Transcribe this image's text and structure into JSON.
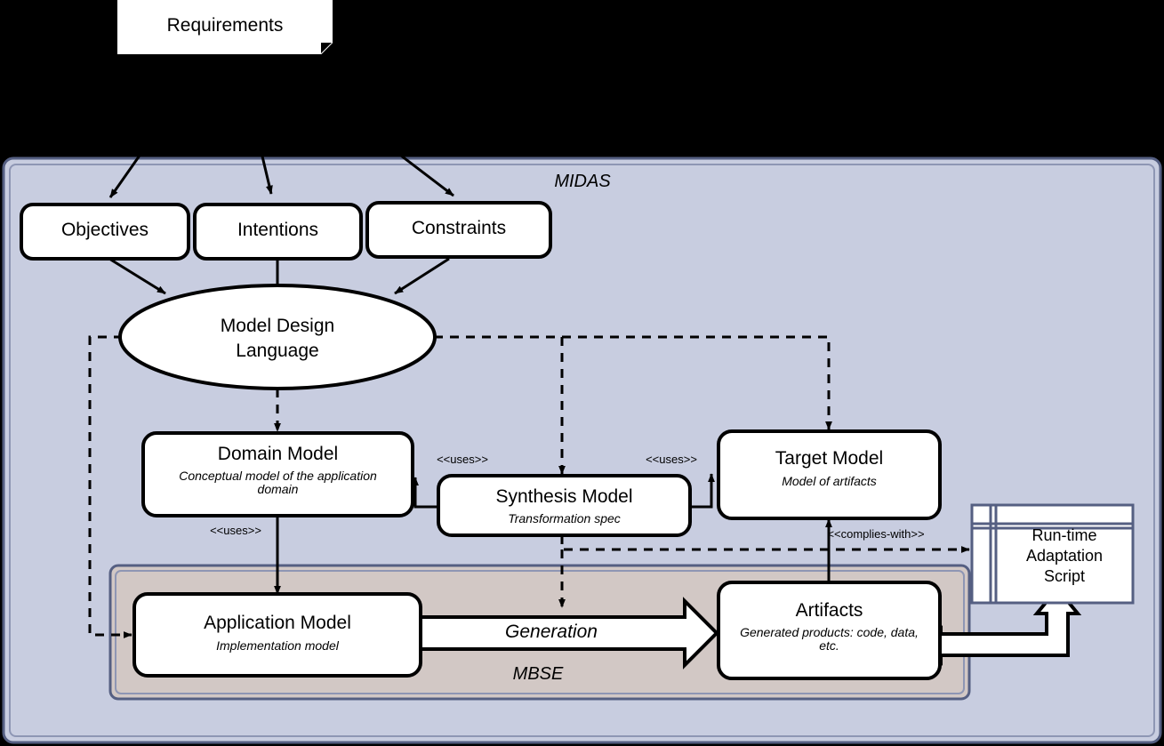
{
  "diagram": {
    "title": "MIDAS / MBSE model-driven adaptation architecture",
    "colors": {
      "page_background": "#000000",
      "midas_fill": "#c8cde0",
      "midas_border": "#555f82",
      "mbse_fill": "#d2c8c5",
      "mbse_border": "#555f82",
      "node_fill": "#ffffff",
      "node_border": "#000000",
      "script_border": "#555f82",
      "edge": "#000000"
    },
    "zones": [
      {
        "id": "midas",
        "label": "MIDAS"
      },
      {
        "id": "mbse",
        "label": "MBSE"
      }
    ],
    "nodes": [
      {
        "id": "requirements",
        "shape": "note",
        "title": "Requirements",
        "subtitle": ""
      },
      {
        "id": "objectives",
        "shape": "rounded-rect",
        "title": "Objectives",
        "subtitle": ""
      },
      {
        "id": "intentions",
        "shape": "rounded-rect",
        "title": "Intentions",
        "subtitle": ""
      },
      {
        "id": "constraints",
        "shape": "rounded-rect",
        "title": "Constraints",
        "subtitle": ""
      },
      {
        "id": "mdl",
        "shape": "ellipse",
        "title": "Model Design",
        "title2": "Language",
        "subtitle": ""
      },
      {
        "id": "domain-model",
        "shape": "rounded-rect",
        "title": "Domain Model",
        "subtitle": "Conceptual model of the application domain"
      },
      {
        "id": "synthesis-model",
        "shape": "rounded-rect",
        "title": "Synthesis Model",
        "subtitle": "Transformation spec"
      },
      {
        "id": "target-model",
        "shape": "rounded-rect",
        "title": "Target Model",
        "subtitle": "Model of artifacts"
      },
      {
        "id": "application-model",
        "shape": "rounded-rect",
        "title": "Application Model",
        "subtitle": "Implementation model"
      },
      {
        "id": "artifacts",
        "shape": "rounded-rect",
        "title": "Artifacts",
        "subtitle": "Generated products: code, data, etc."
      },
      {
        "id": "runtime-adaptation-script",
        "shape": "script-table",
        "title": "Run-time",
        "title2": "Adaptation",
        "title3": "Script",
        "subtitle": ""
      }
    ],
    "edge_labels": [
      {
        "id": "uses-domain-app",
        "text": "<<uses>>"
      },
      {
        "id": "uses-synthesis-domain",
        "text": "<<uses>>"
      },
      {
        "id": "uses-synthesis-target",
        "text": "<<uses>>"
      },
      {
        "id": "complies-with",
        "text": "<<complies-with>>"
      },
      {
        "id": "generation",
        "text": "Generation"
      }
    ],
    "edges": [
      {
        "from": "requirements",
        "to": "objectives",
        "style": "solid-arrow"
      },
      {
        "from": "requirements",
        "to": "intentions",
        "style": "solid-arrow"
      },
      {
        "from": "requirements",
        "to": "constraints",
        "style": "solid-arrow"
      },
      {
        "from": "objectives",
        "to": "mdl",
        "style": "solid-arrow"
      },
      {
        "from": "intentions",
        "to": "mdl",
        "style": "solid-arrow"
      },
      {
        "from": "constraints",
        "to": "mdl",
        "style": "solid-arrow"
      },
      {
        "from": "mdl",
        "to": "domain-model",
        "style": "dashed-arrow"
      },
      {
        "from": "mdl",
        "to": "synthesis-model",
        "style": "dashed-arrow"
      },
      {
        "from": "mdl",
        "to": "target-model",
        "style": "dashed-arrow"
      },
      {
        "from": "mdl",
        "to": "application-model",
        "style": "dashed-arrow"
      },
      {
        "from": "domain-model",
        "to": "application-model",
        "style": "solid-arrow",
        "label": "<<uses>>"
      },
      {
        "from": "synthesis-model",
        "to": "domain-model",
        "style": "solid-arrow",
        "label": "<<uses>>"
      },
      {
        "from": "synthesis-model",
        "to": "target-model",
        "style": "solid-arrow",
        "label": "<<uses>>"
      },
      {
        "from": "synthesis-model",
        "to": "runtime-adaptation-script",
        "style": "dashed-arrow",
        "label": "<<complies-with>>"
      },
      {
        "from": "artifacts",
        "to": "target-model",
        "style": "solid-arrow"
      },
      {
        "from": "application-model",
        "to": "artifacts",
        "style": "block-arrow",
        "label": "Generation"
      },
      {
        "from": "artifacts",
        "to": "runtime-adaptation-script",
        "style": "double-block-arrow"
      }
    ]
  }
}
